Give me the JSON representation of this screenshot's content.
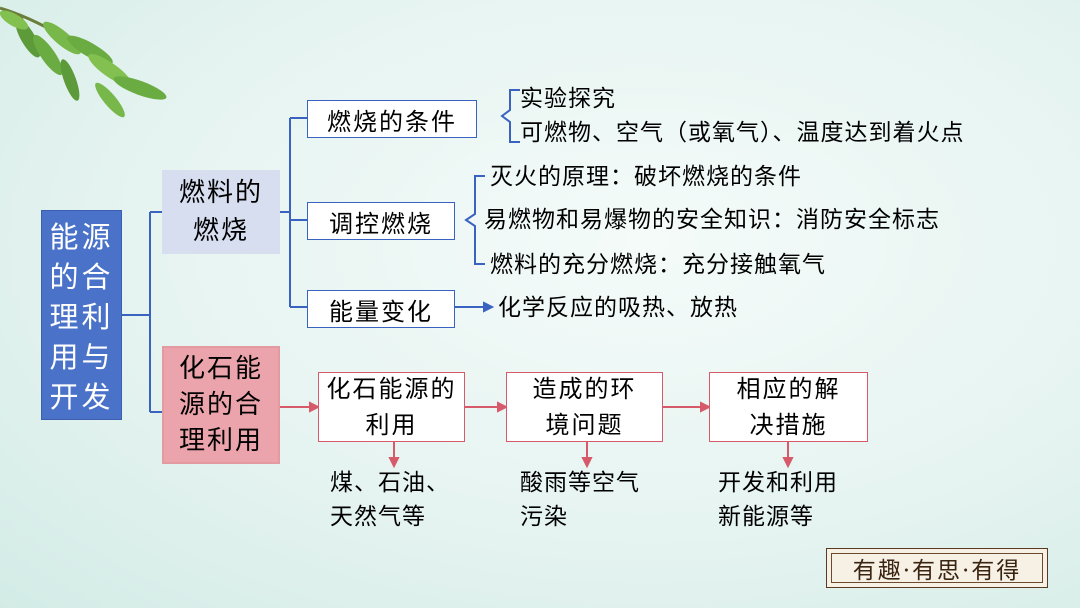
{
  "root": "能源的合理利用与开发",
  "branch_combustion": {
    "title": "燃料的燃烧",
    "items": [
      {
        "label": "燃烧的条件",
        "details": [
          "实验探究",
          "可燃物、空气（或氧气）、温度达到着火点"
        ]
      },
      {
        "label": "调控燃烧",
        "details": [
          "灭火的原理：破坏燃烧的条件",
          "易燃物和易爆物的安全知识：消防安全标志",
          "燃料的充分燃烧：充分接触氧气"
        ]
      },
      {
        "label": "能量变化",
        "details": [
          "化学反应的吸热、放热"
        ]
      }
    ]
  },
  "branch_fossil": {
    "title": "化石能源的合理利用",
    "flow": [
      {
        "label": "化石能源的利用",
        "note": "煤、石油、天然气等"
      },
      {
        "label": "造成的环境问题",
        "note": "酸雨等空气污染"
      },
      {
        "label": "相应的解决措施",
        "note": "开发和利用新能源等"
      }
    ]
  },
  "stamp": "有趣·有思·有得",
  "colors": {
    "root": "#4a72c8",
    "combustion": "#d6def0",
    "fossil": "#eba4ab",
    "bracket": "#3a62c0",
    "flow": "#d75a6a"
  }
}
